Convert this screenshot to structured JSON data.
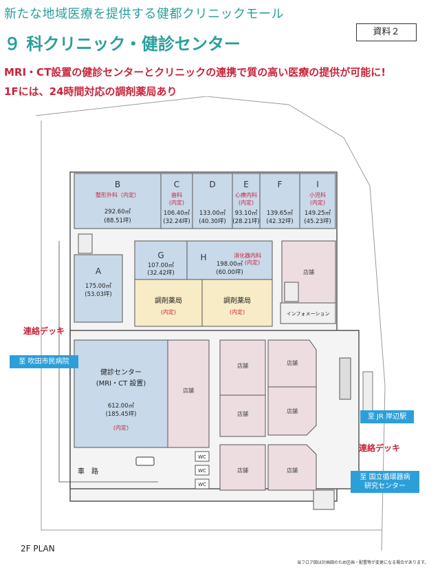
{
  "header": {
    "title_line1": "新たな地域医療を提供する健都クリニックモール",
    "title_line2": "９ 科クリニック・健診センター",
    "ref_label": "資料２",
    "subtitle1": "MRI・CT設置の健診センターとクリニックの連携で質の高い医療の提供が可能に!",
    "subtitle2": "1Fには、24時間対応の調剤薬局あり"
  },
  "rooms": {
    "B": {
      "letter": "B",
      "dept": "整形外科（内定）",
      "area": "292.60㎡",
      "tsubo": "(88.51坪)"
    },
    "C": {
      "letter": "C",
      "dept": "歯科",
      "status": "(内定)",
      "area": "106.40㎡",
      "tsubo": "(32.24坪)"
    },
    "D": {
      "letter": "D",
      "area": "133.00㎡",
      "tsubo": "(40.30坪)"
    },
    "E": {
      "letter": "E",
      "dept": "心療内科",
      "status": "(内定)",
      "area": "93.10㎡",
      "tsubo": "(28.21坪)"
    },
    "F": {
      "letter": "F",
      "area": "139.65㎡",
      "tsubo": "(42.32坪)"
    },
    "I": {
      "letter": "I",
      "dept": "小児科",
      "status": "(内定)",
      "area": "149.25㎡",
      "tsubo": "(45.23坪)"
    },
    "A": {
      "letter": "A",
      "area": "175.00㎡",
      "tsubo": "(53.03坪)"
    },
    "G": {
      "letter": "G",
      "area": "107.00㎡",
      "tsubo": "(32.42坪)"
    },
    "H": {
      "letter": "H",
      "dept": "消化器内科",
      "status": "(内定)",
      "area": "198.00㎡",
      "tsubo": "(60.00坪)"
    },
    "pharmacy1": {
      "name": "調剤薬局",
      "status": "(内定)"
    },
    "pharmacy2": {
      "name": "調剤薬局",
      "status": "(内定)"
    },
    "checkup": {
      "name": "健診センター",
      "sub": "(MRI・CT 設置)",
      "area": "612.00㎡",
      "tsubo": "(185.45坪)",
      "status": "(内定)"
    }
  },
  "labels": {
    "shop": "店舗",
    "info": "インフォメーション",
    "wc": "WC",
    "road": "車　路",
    "plan": "2F PLAN",
    "footnote": "当フロア図は計画図のため区画・配置等が変更になる場合があります。"
  },
  "callouts": {
    "deck_left": "連絡デッキ",
    "deck_right": "連絡デッキ",
    "hospital": "至 吹田市民病院",
    "jr": "至 JR 岸辺駅",
    "ncvc_line1": "至 国立循環器病",
    "ncvc_line2": "研究センター"
  },
  "colors": {
    "teal": "#2a9f9a",
    "red": "#c8243a",
    "clinic_blue": "#c8d9e9",
    "pharmacy_yellow": "#f7ecc6",
    "shop_pink": "#eddde1",
    "callout_blue": "#2d9fd8"
  }
}
